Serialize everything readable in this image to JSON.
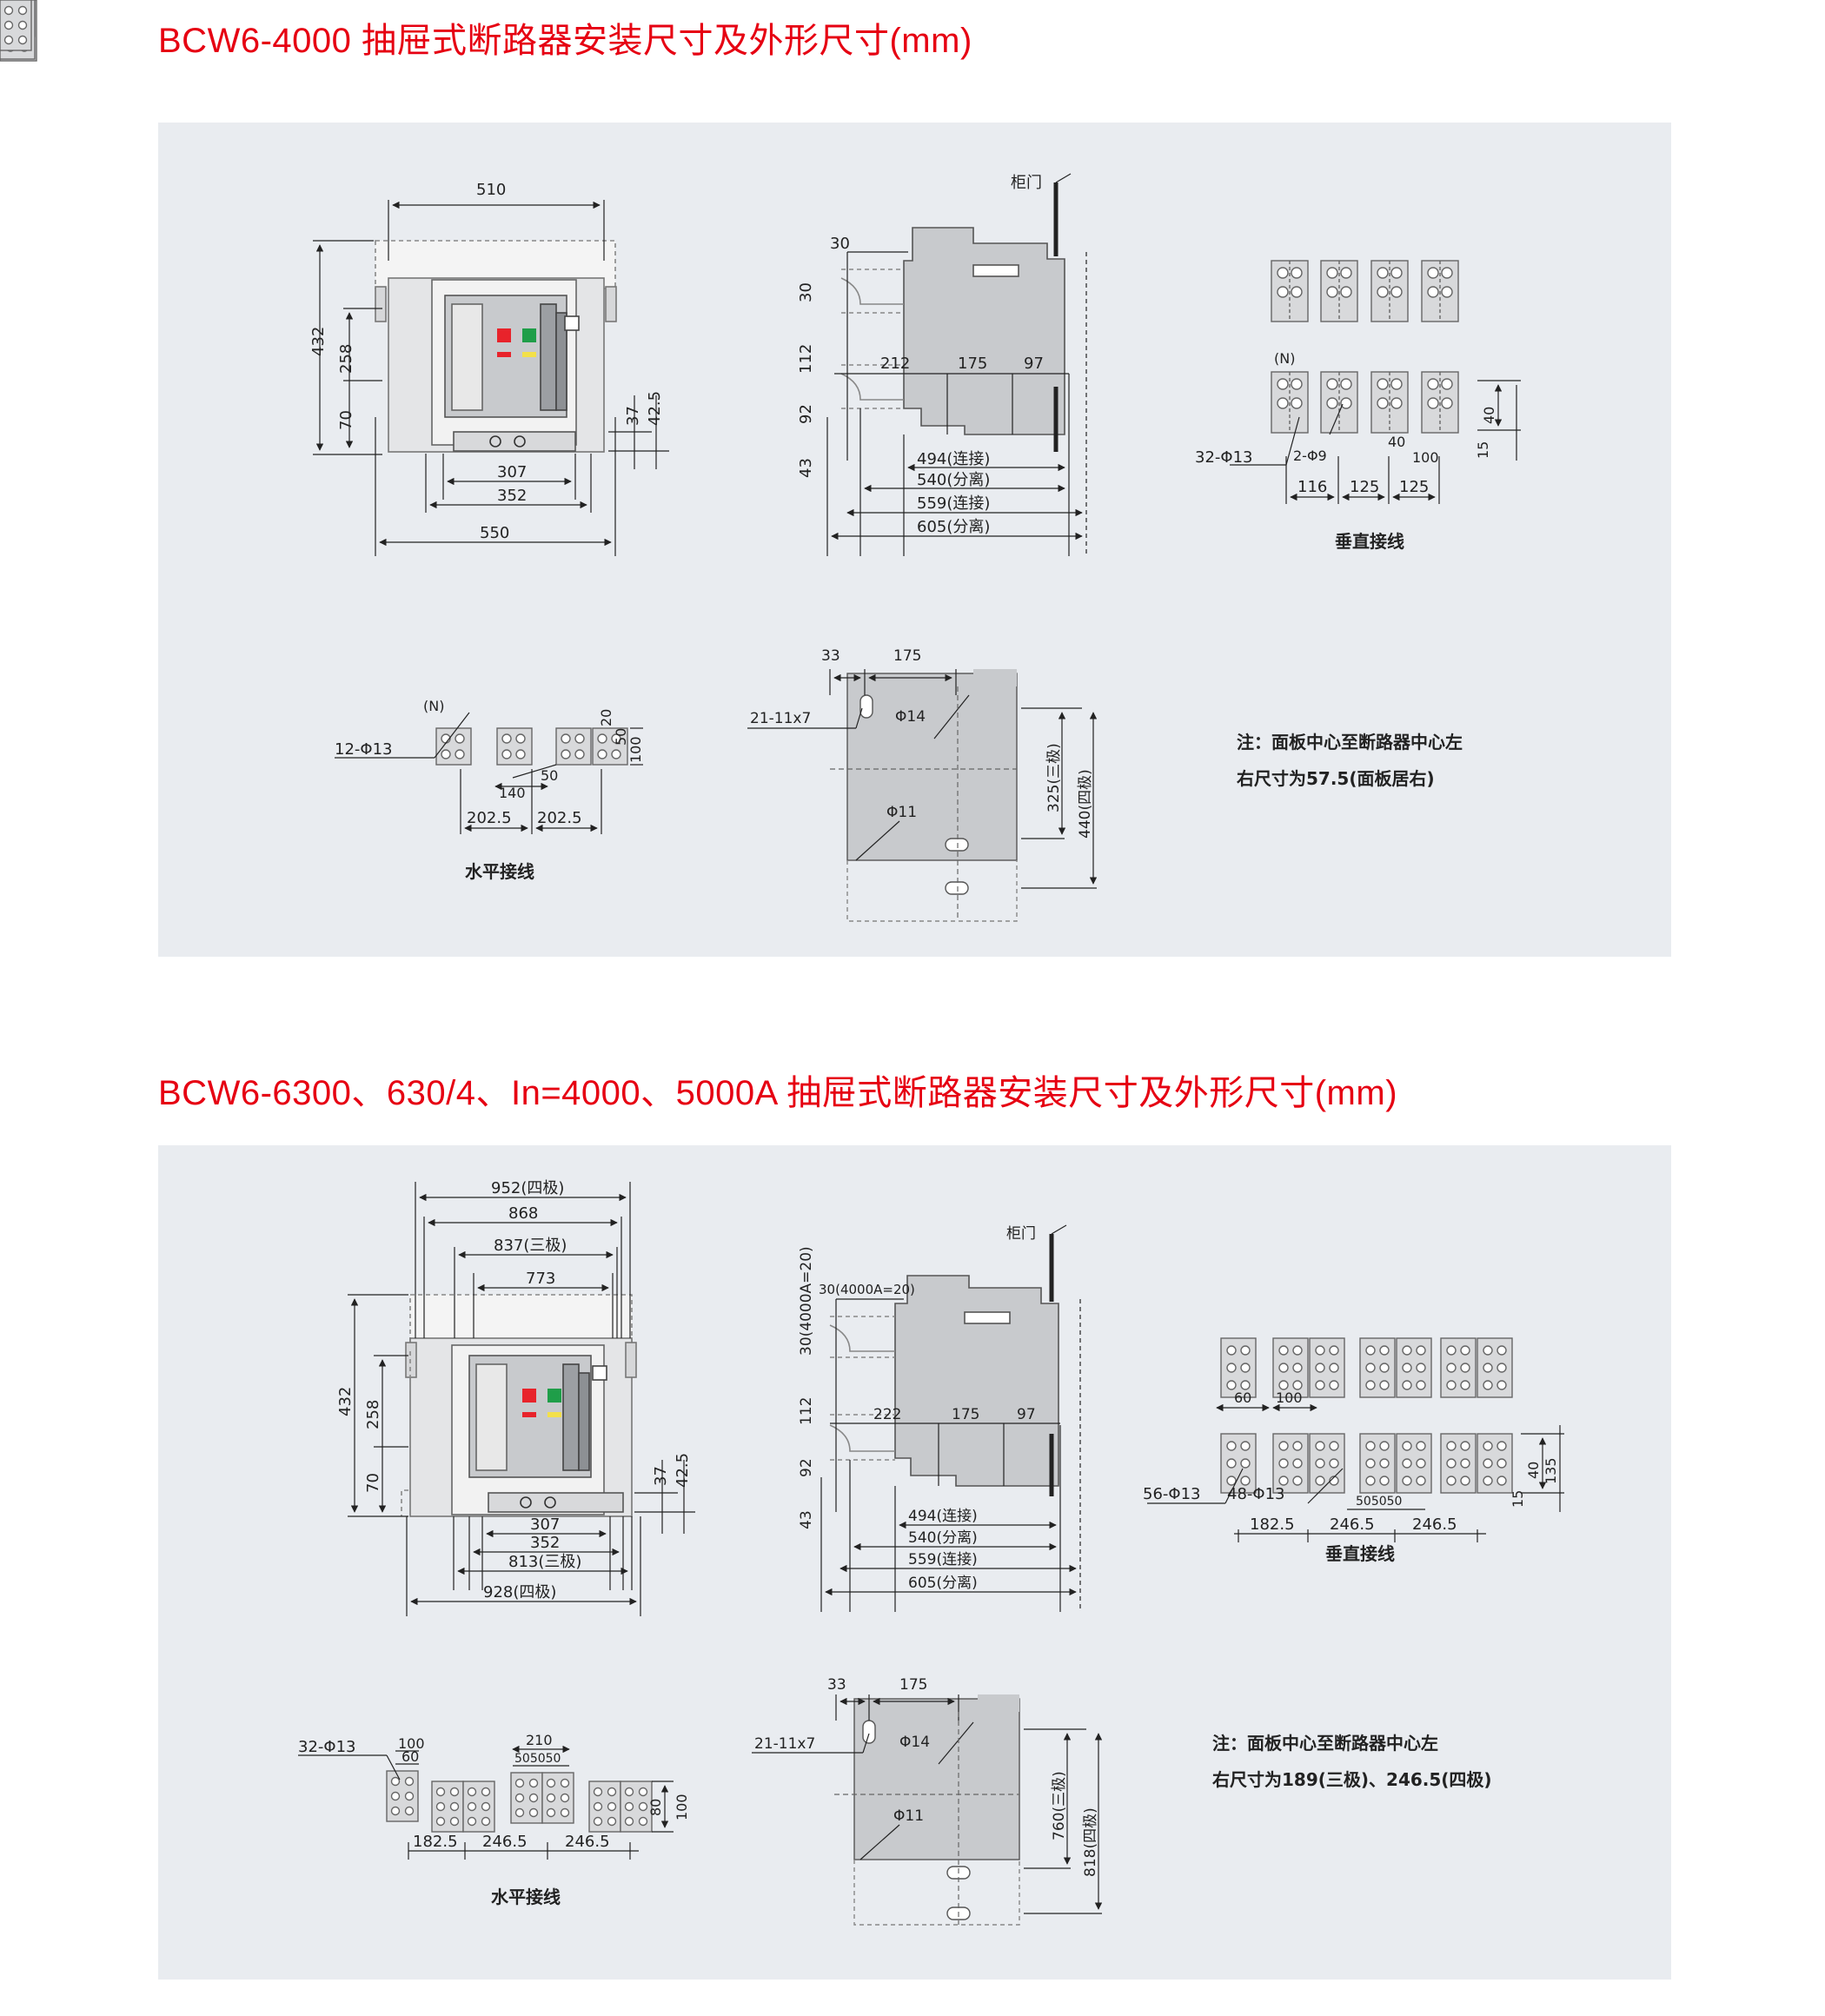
{
  "section1": {
    "title": "BCW6-4000 抽屉式断路器安装尺寸及外形尺寸(mm)",
    "front": {
      "w510": "510",
      "h432": "432",
      "h258": "258",
      "h70": "70",
      "d37": "37",
      "d425": "42.5",
      "w307": "307",
      "w352": "352",
      "w550": "550"
    },
    "side": {
      "door": "柜门",
      "d30a": "30",
      "d30b": "30",
      "d112": "112",
      "d92": "92",
      "d43": "43",
      "w212": "212",
      "w175": "175",
      "w97": "97",
      "l494": "494(连接)",
      "l540": "540(分离)",
      "l559": "559(连接)",
      "l605": "605(分离)"
    },
    "vertical": {
      "n": "(N)",
      "holes": "32-Φ13",
      "slot": "2-Φ9",
      "d40": "40",
      "d100": "100",
      "d40b": "40",
      "h15": "15",
      "w116": "116",
      "w125a": "125",
      "w125b": "125",
      "caption": "垂直接线"
    },
    "horizontal": {
      "n": "(N)",
      "holes": "12-Φ13",
      "d50": "50",
      "d140": "140",
      "d2025a": "202.5",
      "d2025b": "202.5",
      "r1": "20",
      "r2": "50",
      "r3": "100",
      "caption": "水平接线"
    },
    "mount": {
      "d33": "33",
      "d175": "175",
      "slots": "21-11x7",
      "phi14": "Φ14",
      "phi11": "Φ11",
      "h325": "325(三极)",
      "h440": "440(四极)"
    },
    "note_line1": "注：面板中心至断路器中心左",
    "note_line2": "右尺寸为57.5(面板居右)"
  },
  "section2": {
    "title": "BCW6-6300、630/4、In=4000、5000A 抽屉式断路器安装尺寸及外形尺寸(mm)",
    "front": {
      "w952": "952(四极)",
      "w868": "868",
      "w837": "837(三极)",
      "w773": "773",
      "h432": "432",
      "h258": "258",
      "h70": "70",
      "d37": "37",
      "d425": "42.5",
      "w307": "307",
      "w352": "352",
      "w813": "813(三极)",
      "w928": "928(四极)"
    },
    "side": {
      "door": "柜门",
      "d30v": "30(4000A=20)",
      "d30h": "30(4000A=20)",
      "d112": "112",
      "d92": "92",
      "d43": "43",
      "w222": "222",
      "w175": "175",
      "w97": "97",
      "l494": "494(连接)",
      "l540": "540(分离)",
      "l559": "559(连接)",
      "l605": "605(分离)"
    },
    "vertical": {
      "d60": "60",
      "d100": "100",
      "holes56": "56-Φ13",
      "holes48": "48-Φ13",
      "d5050": "505050",
      "w1825": "182.5",
      "w2465a": "246.5",
      "w2465b": "246.5",
      "h40": "40",
      "h135": "135",
      "h15": "15",
      "caption": "垂直接线"
    },
    "horizontal": {
      "holes": "32-Φ13",
      "d100": "100",
      "d60": "60",
      "d210": "210",
      "d5050": "505050",
      "w1825": "182.5",
      "w2465a": "246.5",
      "w2465b": "246.5",
      "h80": "80",
      "h100": "100",
      "caption": "水平接线"
    },
    "mount": {
      "d33": "33",
      "d175": "175",
      "slots": "21-11x7",
      "phi14": "Φ14",
      "phi11": "Φ11",
      "h760": "760(三极)",
      "h818": "818(四极)"
    },
    "note_line1": "注：面板中心至断路器中心左",
    "note_line2": "右尺寸为189(三极)、246.5(四极)"
  },
  "colors": {
    "title": "#e60012",
    "panel": "#e9ecf0",
    "body": "#c8cacd",
    "red": "#e8232b",
    "green": "#1f9e49",
    "yellow": "#f3e04a"
  }
}
